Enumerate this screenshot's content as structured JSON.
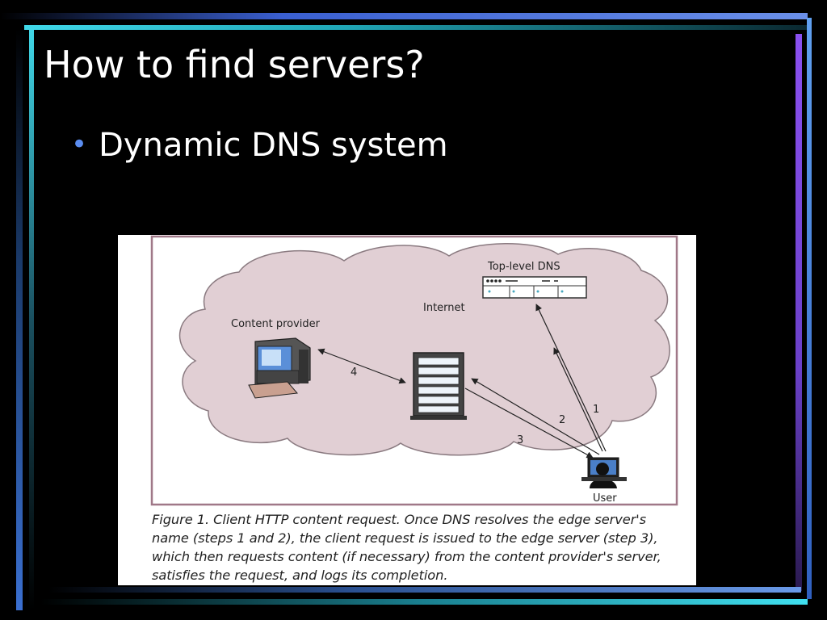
{
  "slide": {
    "title": "How to find servers?",
    "bullets": [
      "Dynamic DNS system"
    ]
  },
  "figure": {
    "labels": {
      "top_level_dns": "Top-level DNS",
      "internet": "Internet",
      "content_provider": "Content provider",
      "user": "User"
    },
    "steps": [
      "1",
      "2",
      "3",
      "4"
    ],
    "caption": "Figure 1. Client HTTP content request. Once DNS resolves the edge server's name (steps 1 and 2), the client request is issued to the edge server (step 3), which then requests content (if necessary) from the content provider's server, satisfies the request, and logs its completion."
  },
  "colors": {
    "background": "#000000",
    "cloud_fill": "#e1cfd4",
    "border": "#a07888",
    "bullet": "#5b8df0"
  },
  "icons": [
    "desktop-computer-icon",
    "server-rack-icon",
    "dns-server-icon",
    "user-laptop-icon"
  ]
}
